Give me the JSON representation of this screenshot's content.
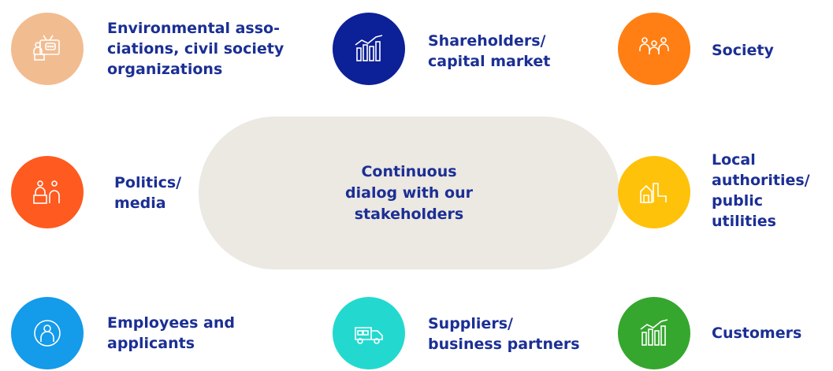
{
  "center": {
    "text": "Continuous\ndialog with our\nstakeholders"
  },
  "stakeholders": [
    {
      "label": "Environmental asso-\nciations, civil society\norganizations",
      "color": "#f2bc91",
      "icon": "environment-icon"
    },
    {
      "label": "Shareholders/\ncapital market",
      "color": "#0c2097",
      "icon": "capital-market-chart-icon"
    },
    {
      "label": "Society",
      "color": "#ff7f14",
      "icon": "society-people-icon"
    },
    {
      "label": "Politics/\nmedia",
      "color": "#ff5a1f",
      "icon": "politics-media-icon"
    },
    {
      "label": "Local\nauthorities/\npublic\nutilities",
      "color": "#ffc20b",
      "icon": "local-authorities-icon"
    },
    {
      "label": "Employees and\napplicants",
      "color": "#149bea",
      "icon": "employee-person-icon"
    },
    {
      "label": "Suppliers/\nbusiness partners",
      "color": "#23d9cf",
      "icon": "supplier-truck-icon"
    },
    {
      "label": "Customers",
      "color": "#35a72e",
      "icon": "customers-chart-icon"
    }
  ]
}
